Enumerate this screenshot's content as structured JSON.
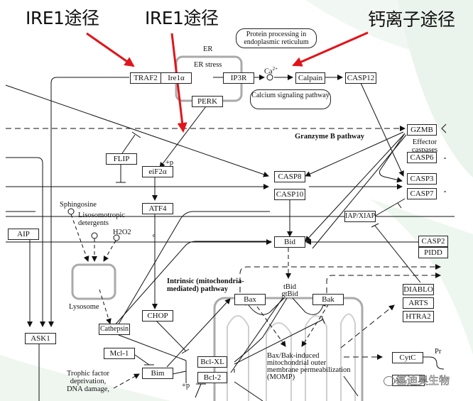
{
  "annotations": {
    "ire1_left": "IRE1途径",
    "ire1_right": "IRE1途径",
    "calcium": "钙离子途径",
    "arrow_color": "#e0151b"
  },
  "compartments": {
    "er": "ER",
    "er_stress": "ER stress",
    "lysosome": "Lysosome",
    "granzyme": "Granzyme B pathway",
    "intrinsic": "Intrinsic (mitochondria-\nmediated) pathway",
    "effector": "Effector caspases"
  },
  "links": {
    "protein_processing": "Protein processing in endoplasmic reticulum",
    "calcium_signaling": "Calcium signaling pathway"
  },
  "nodes": {
    "traf2": "TRAF2",
    "ire1a": "Ire1α",
    "ip3r": "IP3R",
    "perk": "PERK",
    "calpain": "Calpain",
    "casp12": "CASP12",
    "gzmb": "GZMB",
    "casp6": "CASP6",
    "casp3": "CASP3",
    "casp7": "CASP7",
    "casp8": "CASP8",
    "casp10": "CASP10",
    "flip": "FLIP",
    "eif2a": "eiF2α",
    "atf4": "ATF4",
    "chop": "CHOP",
    "iap": "IAP/XIAP",
    "bid": "Bid",
    "casp2": "CASP2",
    "pidd": "PIDD",
    "aip": "AIP",
    "ask1": "ASK1",
    "cathepsin": "Cathepsin",
    "mcl1": "Mcl-1",
    "bim": "Bim",
    "bclxl": "Bcl-XL",
    "bcl2": "Bcl-2",
    "bax": "Bax",
    "bak": "Bak",
    "diablo": "DIABLO",
    "arts": "ARTS",
    "htra2": "HTRA2",
    "cytc": "CytC",
    "apaf": "A"
  },
  "labels": {
    "ca": "Ca",
    "ca_sup": "2+",
    "plus_p": "+p",
    "sphingosine": "Sphingosine",
    "lisosomotropic": "Lisosomotropic detergents",
    "h2o2": "H2O2",
    "e": "e",
    "tbid": "tBid",
    "gtbid": "gtBid",
    "momp": "Bax/Bak-induced mitochondrial outer membrane permeabilization (MOMP)",
    "trophic": "Trophic factor deprivation, DNA damage,",
    "pr": "Pr"
  },
  "watermark": "基迪奥生物"
}
